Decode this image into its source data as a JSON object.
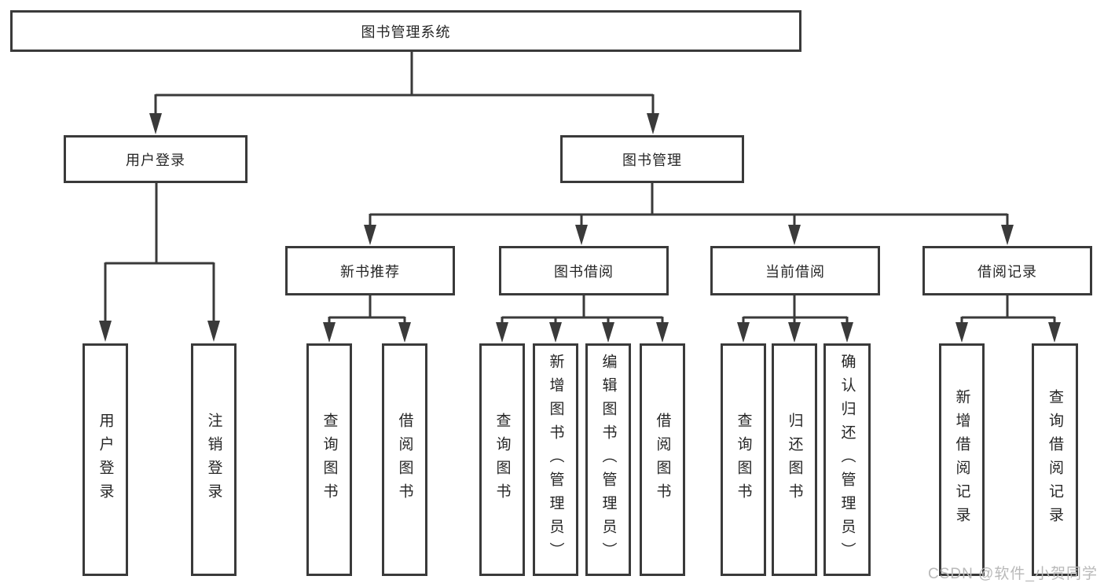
{
  "diagram": {
    "root": {
      "label": "图书管理系统"
    },
    "level2": [
      {
        "label": "用户登录"
      },
      {
        "label": "图书管理"
      }
    ],
    "level3": [
      {
        "label": "新书推荐"
      },
      {
        "label": "图书借阅"
      },
      {
        "label": "当前借阅"
      },
      {
        "label": "借阅记录"
      }
    ],
    "leaves_login": [
      {
        "label": "用户登录"
      },
      {
        "label": "注销登录"
      }
    ],
    "leaves_recommend": [
      {
        "label": "查询图书"
      },
      {
        "label": "借阅图书"
      }
    ],
    "leaves_borrow": [
      {
        "label": "查询图书"
      },
      {
        "label": "新增图书（管理员）"
      },
      {
        "label": "编辑图书（管理员）"
      },
      {
        "label": "借阅图书"
      }
    ],
    "leaves_current": [
      {
        "label": "查询图书"
      },
      {
        "label": "归还图书"
      },
      {
        "label": "确认归还（管理员）"
      }
    ],
    "leaves_records": [
      {
        "label": "新增借阅记录"
      },
      {
        "label": "查询借阅记录"
      }
    ]
  },
  "watermark": "CSDN @软件_小贺同学",
  "colors": {
    "line": "#3a3a3a",
    "text": "#262626",
    "watermark": "#b9b9b9",
    "background": "#ffffff"
  }
}
